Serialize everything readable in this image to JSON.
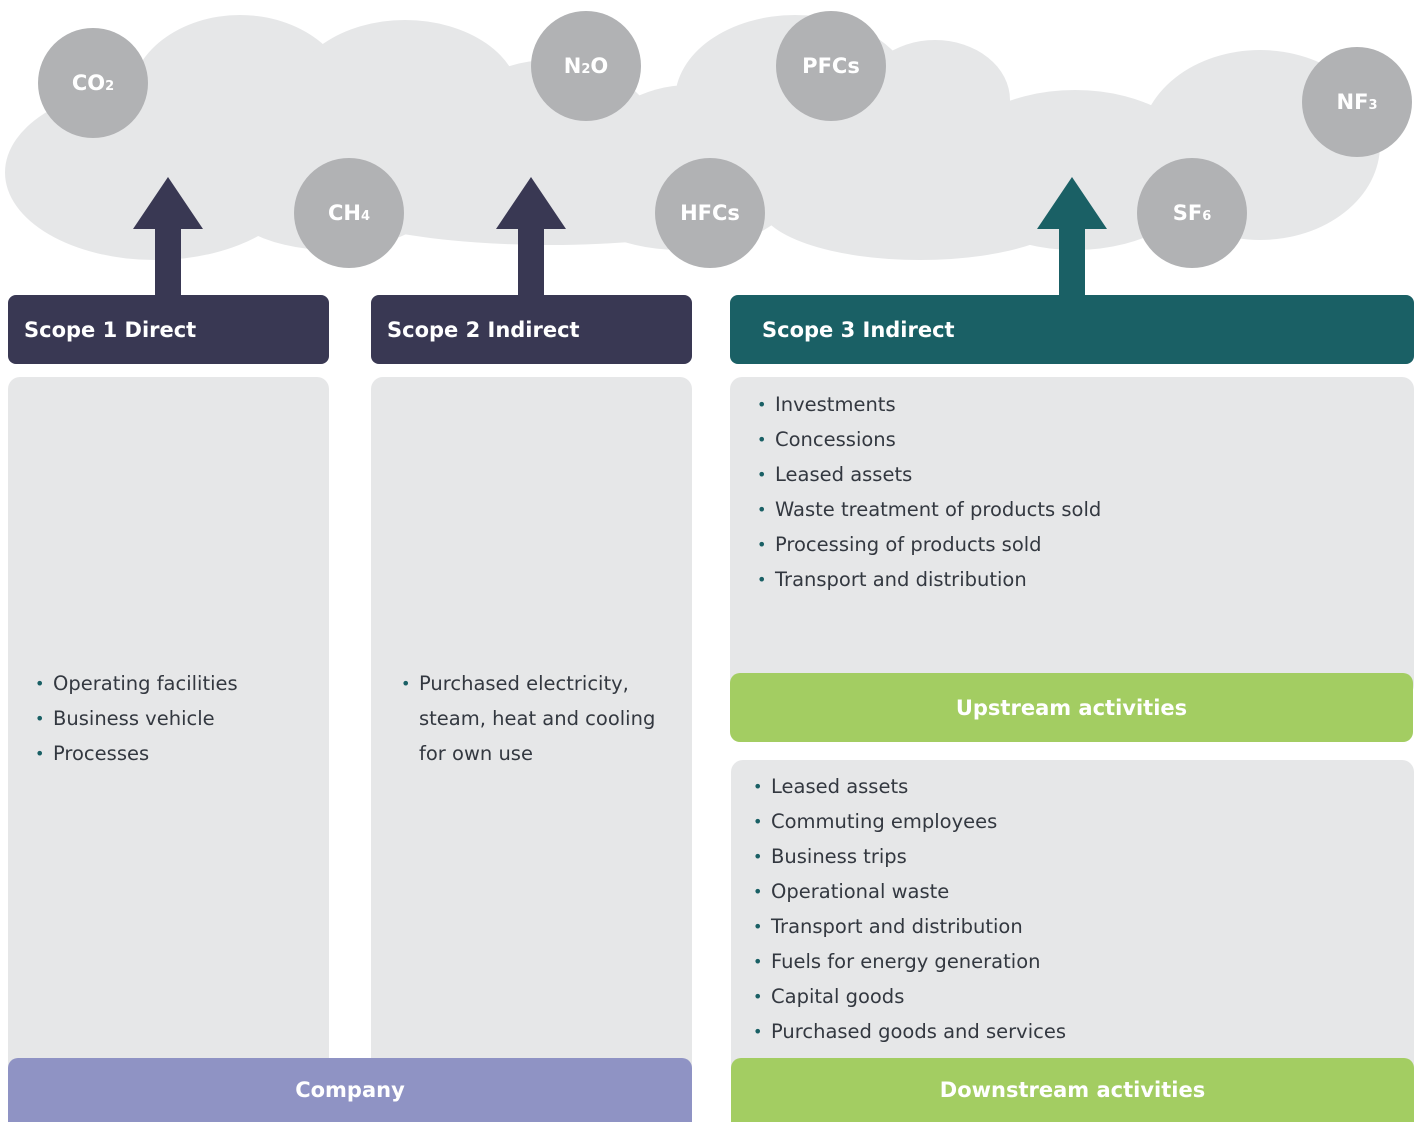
{
  "gases": [
    {
      "main": "CO",
      "sub": "2"
    },
    {
      "main": "CH",
      "sub": "4"
    },
    {
      "main": "N",
      "sub": "2",
      "tail": "O"
    },
    {
      "main": "HFCs",
      "sub": ""
    },
    {
      "main": "PFCs",
      "sub": ""
    },
    {
      "main": "SF",
      "sub": "6"
    },
    {
      "main": "NF",
      "sub": "3"
    }
  ],
  "scopes": {
    "scope1": {
      "title": "Scope 1 Direct",
      "items": [
        "Operating facilities",
        "Business vehicle",
        "Processes"
      ]
    },
    "scope2": {
      "title": "Scope 2 Indirect",
      "items": [
        "Purchased electricity, steam, heat and cooling for own use"
      ]
    },
    "scope3": {
      "title": "Scope 3 Indirect"
    }
  },
  "upstream": {
    "items": [
      "Investments",
      "Concessions",
      "Leased assets",
      "Waste treatment of products sold",
      "Processing of products sold",
      "Transport and distribution"
    ],
    "label": "Upstream activities"
  },
  "downstream": {
    "items": [
      "Leased assets",
      "Commuting employees",
      "Business trips",
      "Operational waste",
      "Transport and distribution",
      "Fuels for energy generation",
      "Capital goods",
      "Purchased goods and services"
    ],
    "label": "Downstream activities"
  },
  "company": {
    "label": "Company"
  },
  "colors": {
    "navy": "#393853",
    "teal": "#1a6065",
    "green": "#a3cd62",
    "lavender": "#8f93c4",
    "cloud": "#e6e7e8",
    "gas": "#b1b2b4"
  }
}
